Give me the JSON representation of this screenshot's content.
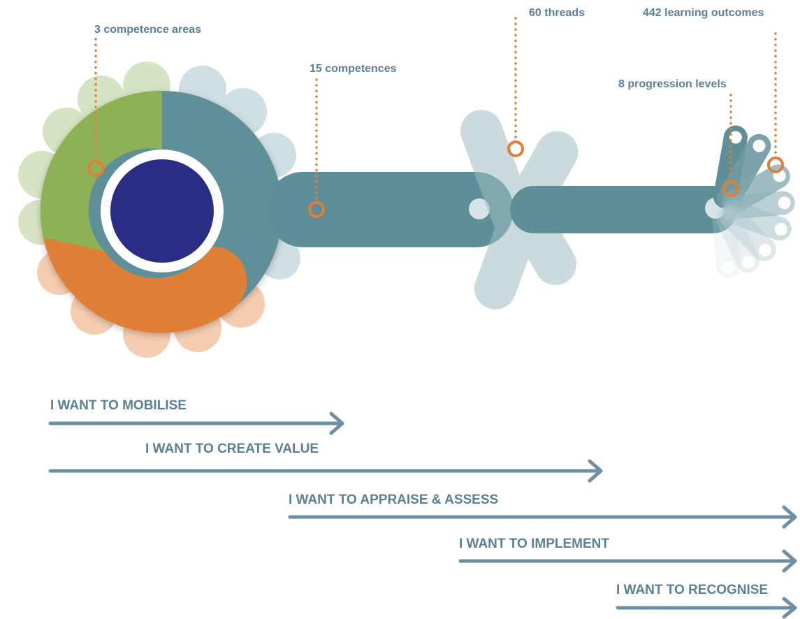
{
  "callouts": {
    "competence_areas": "3 competence areas",
    "competences": "15 competences",
    "threads": "60 threads",
    "progression_levels": "8 progression levels",
    "learning_outcomes": "442 learning outcomes"
  },
  "arrows": [
    {
      "label": "I WANT TO MOBILISE"
    },
    {
      "label": "I WANT TO CREATE VALUE"
    },
    {
      "label": "I WANT TO APPRAISE & ASSESS"
    },
    {
      "label": "I WANT TO IMPLEMENT"
    },
    {
      "label": "I WANT TO RECOGNISE"
    }
  ],
  "colors": {
    "teal": "#5e8f99",
    "teal_light": "#a9c4c9",
    "green": "#8db155",
    "green_light": "#d7e4c3",
    "orange": "#e07f37",
    "orange_light": "#f5cdb0",
    "navy": "#2b2c86",
    "callout_orange": "#e07f37",
    "text_blue": "#5b7f95",
    "arrow": "#6d8fa3"
  }
}
